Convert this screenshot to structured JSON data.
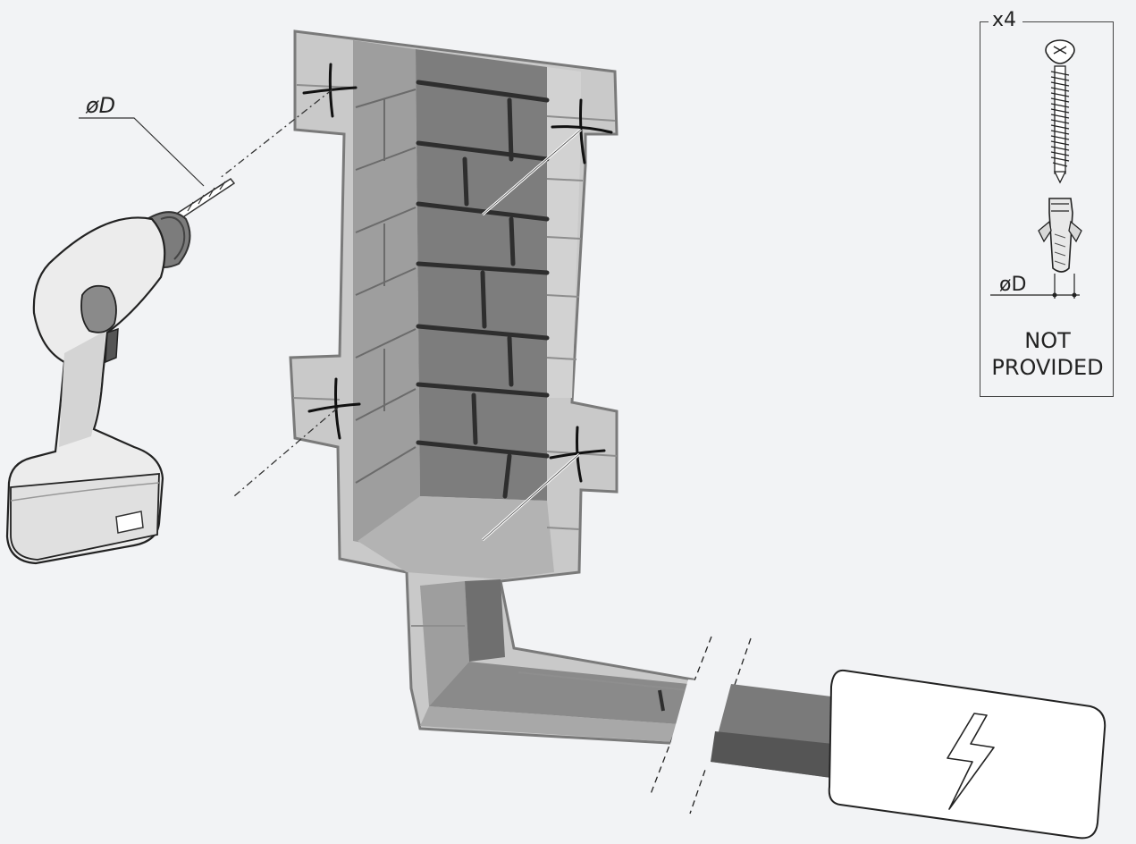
{
  "drill_label": "øD",
  "kit": {
    "quantity": "x4",
    "dowel_label": "øD",
    "note_line1": "NOT",
    "note_line2": "PROVIDED"
  },
  "icons": [
    "drill-icon",
    "screw-icon",
    "wall-plug-icon",
    "lightning-icon",
    "cross-mark-icon"
  ],
  "colors": {
    "background": "#f2f3f5",
    "wall_light": "#c9c9c9",
    "wall_mid": "#8f8f8f",
    "wall_dark": "#5c5c5c",
    "mortar": "#3a3a3a",
    "outline": "#222222"
  }
}
